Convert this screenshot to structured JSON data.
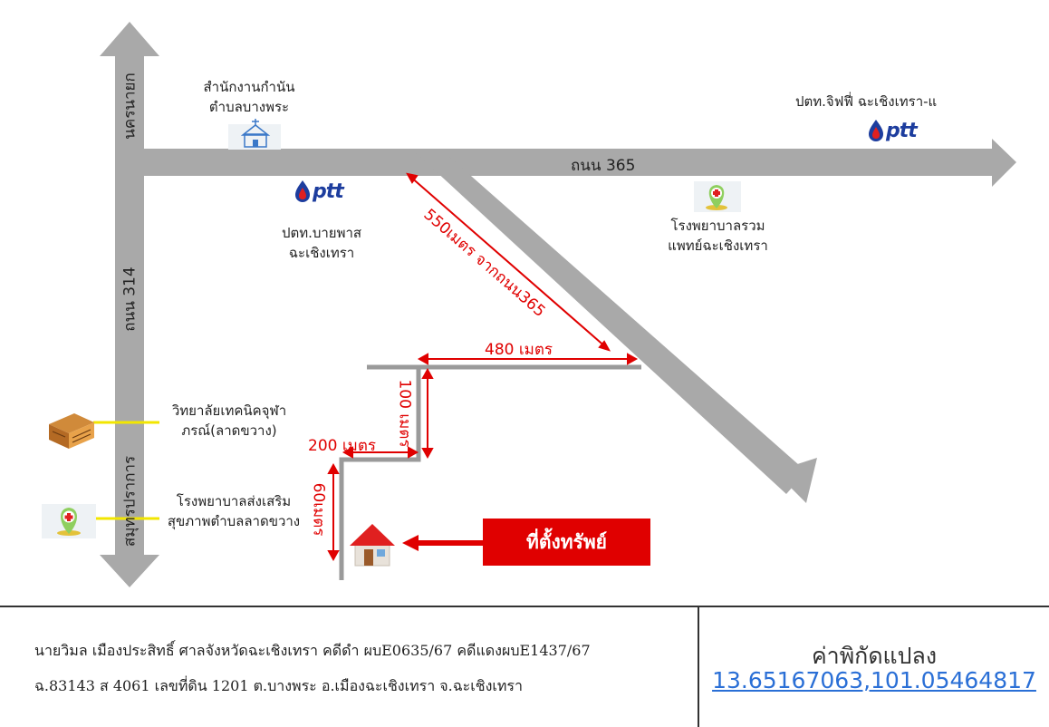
{
  "roads": {
    "road_365": "ถนน 365",
    "road_314": "ถนน 314",
    "nakhon_nayok": "นครนายก",
    "samut_prakan": "สมุทรปราการ"
  },
  "distances": {
    "d550": "550เมตร จากถนน365",
    "d480": "480 เมตร",
    "d100": "100 เมตร",
    "d200": "200 เมตร",
    "d60": "60เมตร"
  },
  "places": {
    "kamnan_office": [
      "สำนักงานกำนัน",
      "ตำบลบางพระ"
    ],
    "ptt_bypass": [
      "ปตท.บายพาส",
      "ฉะเชิงเทรา"
    ],
    "ptt_jiffy": "ปตท.จิฟฟี่ ฉะเชิงเทรา-แ",
    "hospital_ruamphaet": [
      "โรงพยาบาลรวม",
      "แพทย์ฉะเชิงเทรา"
    ],
    "tech_college": [
      "วิทยาลัยเทคนิคจุฬา",
      "ภรณ์(ลาดขวาง)"
    ],
    "health_hospital": [
      "โรงพยาบาลส่งเสริม",
      "สุขภาพตำบลลาดขวาง"
    ]
  },
  "ptt_logo_text": "ptt",
  "target_label": "ที่ตั้งทรัพย์",
  "footer": {
    "line1": "นายวิมล  เมืองประสิทธิ์ ศาลจังหวัดฉะเชิงเทรา คดีดำ ผบE0635/67 คดีแดงผบE1437/67",
    "line2": "ฉ.83143 ส 4061  เลขที่ดิน 1201 ต.บางพระ อ.เมืองฉะเชิงเทรา  จ.ฉะเชิงเทรา",
    "coords_title": "ค่าพิกัดแปลง",
    "coords_value": "13.65167063,101.05464817"
  },
  "colors": {
    "road": "#a9a9a9",
    "lane": "#9a9a9a",
    "red": "#e00000",
    "yellow_pointer": "#f2e600",
    "ptt_blue": "#1d3d9e",
    "link_blue": "#2a6fd6"
  },
  "icons": [
    "church-icon",
    "hospital-pin-icon",
    "ptt-drop-icon",
    "building-icon",
    "house-icon",
    "arrow-left-icon"
  ]
}
